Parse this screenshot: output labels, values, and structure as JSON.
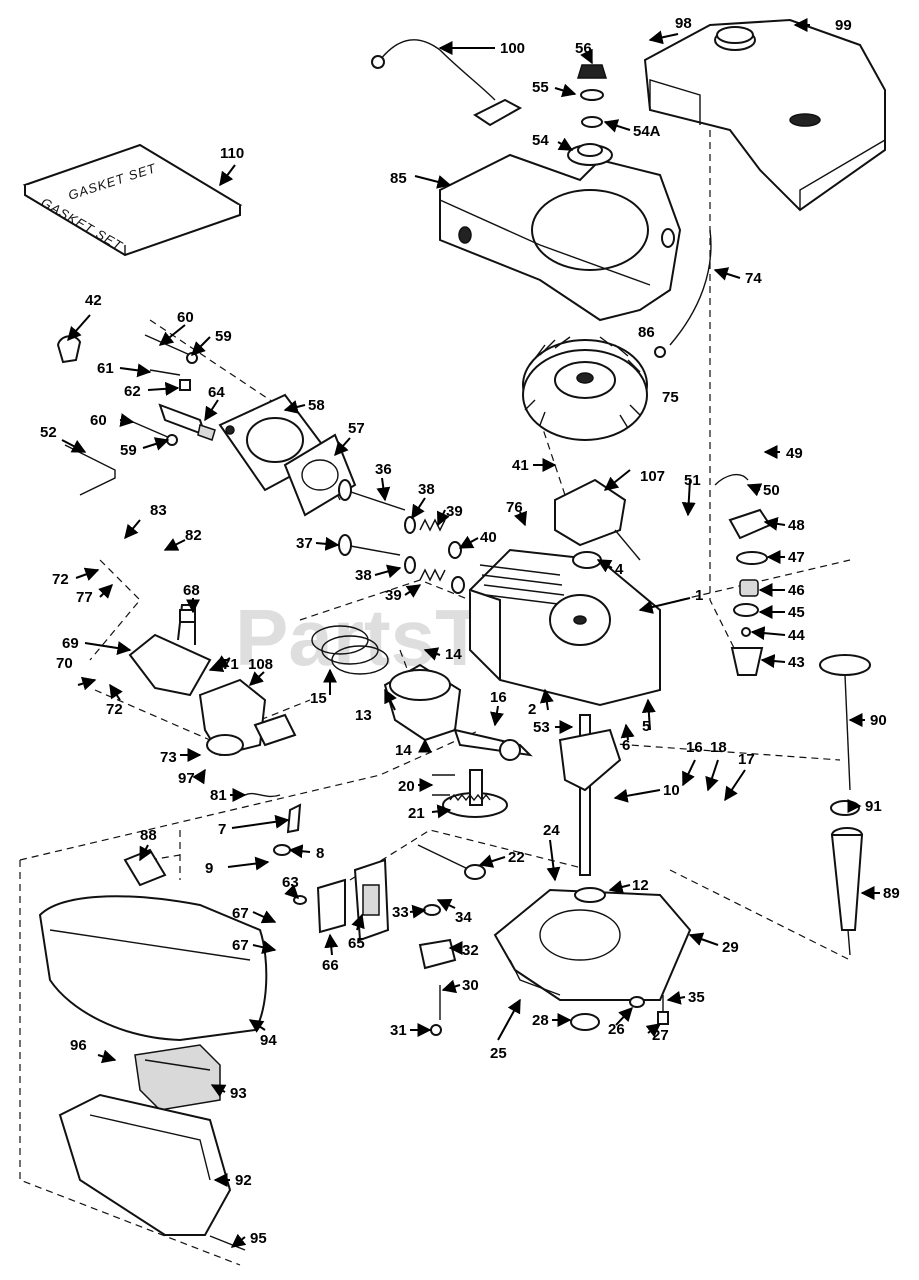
{
  "watermark": "PartsTree",
  "kit_label": "GASKET SET",
  "kit_label_side": "GASKET SET",
  "callouts": [
    "1",
    "2",
    "4",
    "5",
    "6",
    "7",
    "8",
    "9",
    "10",
    "12",
    "13",
    "14",
    "14",
    "15",
    "16",
    "16",
    "17",
    "18",
    "20",
    "21",
    "22",
    "24",
    "25",
    "26",
    "27",
    "28",
    "29",
    "30",
    "31",
    "32",
    "33",
    "34",
    "35",
    "36",
    "37",
    "38",
    "38",
    "39",
    "39",
    "40",
    "41",
    "42",
    "43",
    "44",
    "45",
    "46",
    "47",
    "48",
    "49",
    "50",
    "51",
    "52",
    "53",
    "54",
    "54A",
    "55",
    "56",
    "57",
    "58",
    "59",
    "59",
    "60",
    "60",
    "61",
    "62",
    "63",
    "64",
    "65",
    "66",
    "67",
    "67",
    "68",
    "69",
    "70",
    "71",
    "72",
    "72",
    "73",
    "74",
    "75",
    "76",
    "77",
    "81",
    "82",
    "83",
    "85",
    "86",
    "88",
    "89",
    "90",
    "91",
    "92",
    "93",
    "94",
    "95",
    "96",
    "97",
    "98",
    "99",
    "100",
    "107",
    "108",
    "110"
  ]
}
